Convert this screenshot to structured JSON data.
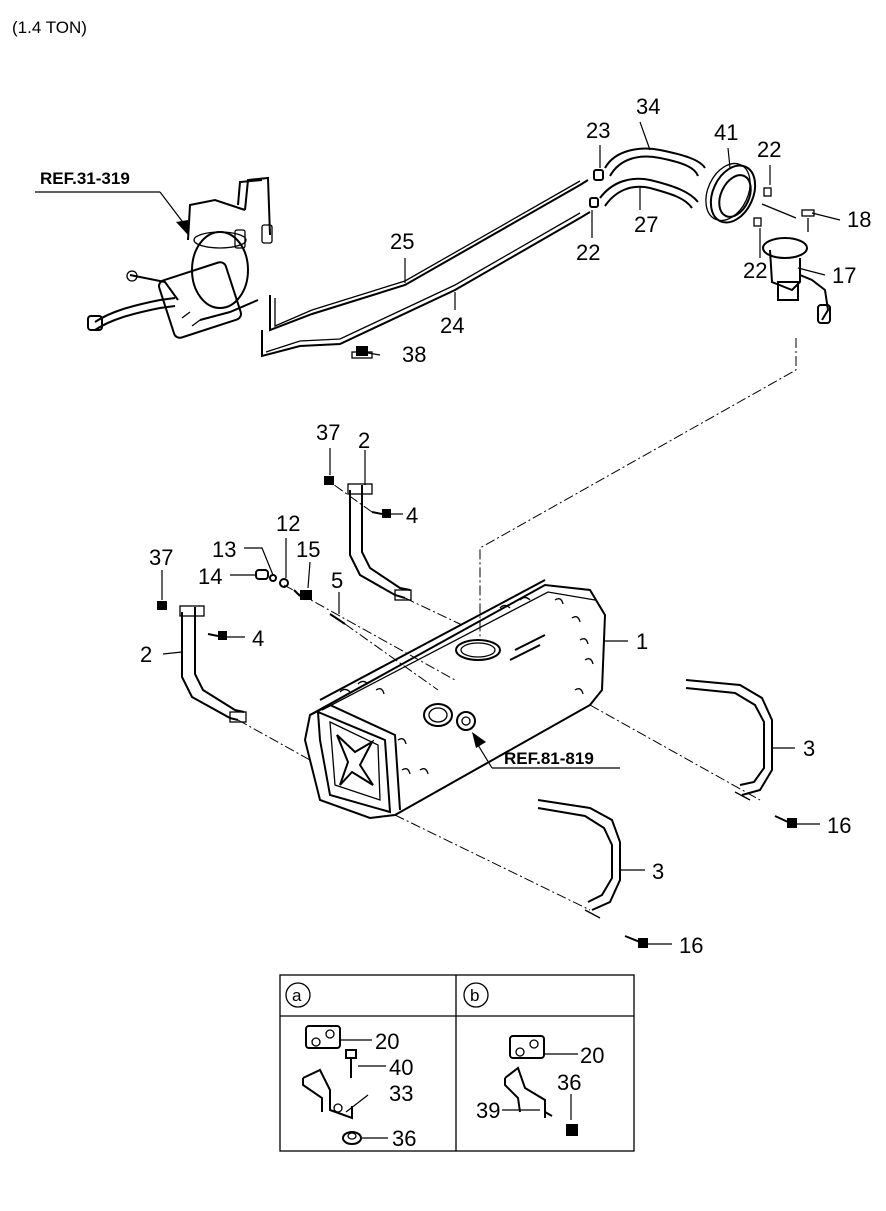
{
  "header": {
    "title": "(1.4 TON)"
  },
  "refs": {
    "ref_top": "REF.31-319",
    "ref_mid": "REF.81-819"
  },
  "labels": {
    "p1": "1",
    "p2a": "2",
    "p2b": "2",
    "p3a": "3",
    "p3b": "3",
    "p4a": "4",
    "p4b": "4",
    "p5": "5",
    "p12": "12",
    "p13": "13",
    "p14": "14",
    "p15": "15",
    "p16a": "16",
    "p16b": "16",
    "p17": "17",
    "p18": "18",
    "p22a": "22",
    "p22b": "22",
    "p22c": "22",
    "p23": "23",
    "p24": "24",
    "p25": "25",
    "p27": "27",
    "p34": "34",
    "p37a": "37",
    "p37b": "37",
    "p38": "38",
    "p41": "41"
  },
  "inset": {
    "a": {
      "letter": "a",
      "labels": {
        "p20": "20",
        "p40": "40",
        "p33": "33",
        "p36": "36"
      }
    },
    "b": {
      "letter": "b",
      "labels": {
        "p20": "20",
        "p36": "36",
        "p39": "39"
      }
    }
  }
}
